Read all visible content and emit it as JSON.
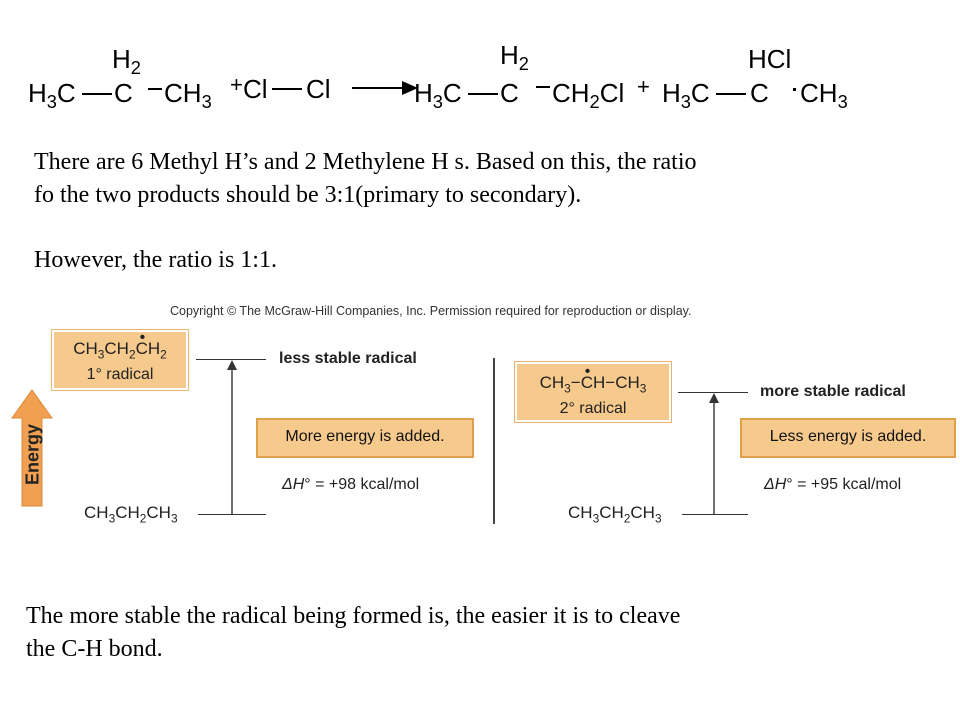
{
  "reaction": {
    "reactant_left": {
      "h3c": "H3C",
      "c": "C",
      "h2": "H2",
      "ch3": "CH3"
    },
    "plus1": "+",
    "cl2": {
      "a": "Cl",
      "b": "Cl"
    },
    "product1": {
      "h3c": "H3C",
      "c": "C",
      "h2": "H2",
      "ch2cl": "CH2Cl"
    },
    "plus2": "+",
    "product2": {
      "h3c": "H3C",
      "c": "C",
      "hcl": "HCl",
      "ch3": "CH3"
    }
  },
  "text": {
    "para1_line1": "There are 6 Methyl H’s and 2 Methylene H s.  Based on this, the ratio",
    "para1_line2": "fo the two products should be 3:1(primary to secondary).",
    "para2": "However, the ratio is 1:1.",
    "para3_line1": "The more stable the radical being formed is, the easier it is to cleave",
    "para3_line2": "the C-H bond."
  },
  "figure": {
    "copyright": "Copyright © The McGraw-Hill Companies, Inc. Permission required for reproduction or display.",
    "energy_label": "Energy",
    "left": {
      "radical_formula": "CH3CH2CH2",
      "radical_type": "1° radical",
      "level_label": "less stable radical",
      "energy_note": "More energy is added.",
      "delta_h": "ΔH° = +98 kcal/mol",
      "start_formula": "CH3CH2CH3"
    },
    "right": {
      "radical_formula": "CH3−CH−CH3",
      "radical_type": "2° radical",
      "level_label": "more stable radical",
      "energy_note": "Less energy is added.",
      "delta_h": "ΔH° = +95 kcal/mol",
      "start_formula": "CH3CH2CH3"
    }
  },
  "colors": {
    "box_fill": "#f6c98c",
    "arrow_orange": "#f0a050",
    "line": "#333333"
  }
}
